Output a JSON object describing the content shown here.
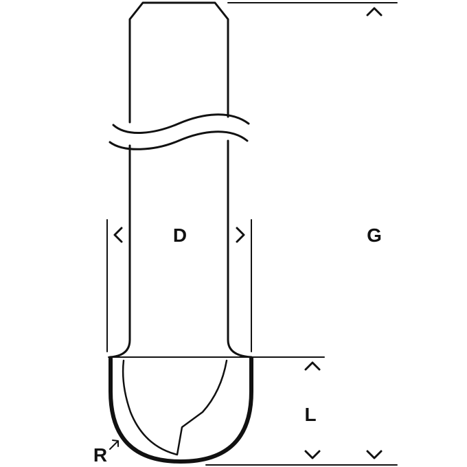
{
  "labels": {
    "diameter": "D",
    "total_length": "G",
    "cutting_length": "L",
    "radius": "R"
  },
  "colors": {
    "line": "#111111",
    "background": "#ffffff"
  }
}
